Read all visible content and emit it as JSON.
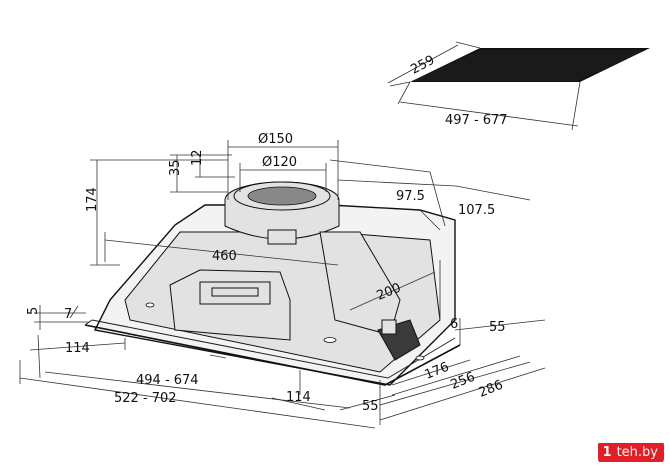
{
  "dimensions": {
    "cutout_depth": "259",
    "cutout_width": "497 - 677",
    "outlet_outer_dia": "Ø150",
    "outlet_inner_dia": "Ø120",
    "outlet_collar_height": "35",
    "outlet_lip_height": "12",
    "outlet_offset_a": "97.5",
    "outlet_offset_b": "107.5",
    "body_height": "174",
    "body_inner_width": "460",
    "body_inner_depth": "200",
    "flange_height": "5",
    "flange_step": "7",
    "side_gap": "6",
    "left_margin": "114",
    "width_range_inner": "494 - 674",
    "width_range_outer": "522 - 702",
    "bottom_offset": "114",
    "depth_a": "55",
    "depth_b": "176",
    "depth_c": "256",
    "depth_d": "286",
    "depth_e": "55"
  },
  "watermark": {
    "logo": "1",
    "text": "teh.by"
  }
}
